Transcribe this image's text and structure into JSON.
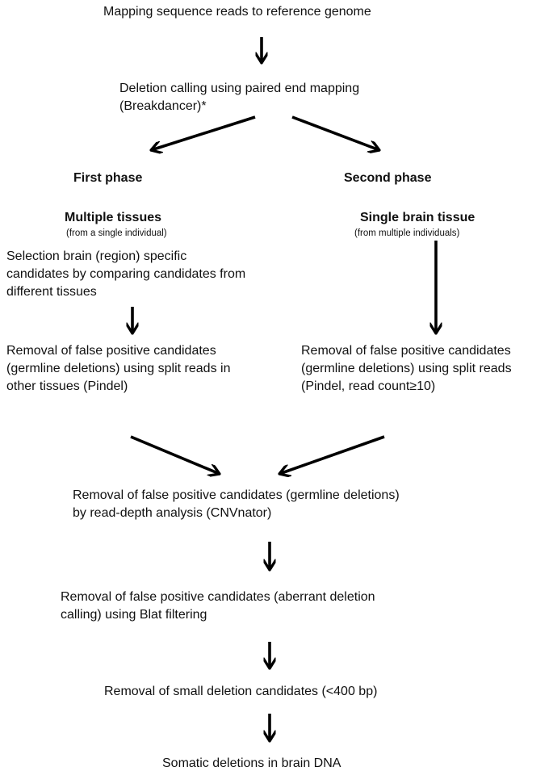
{
  "steps": {
    "mapping": "Mapping  sequence reads to reference genome",
    "deletion_calling": [
      "Deletion calling using paired end mapping",
      "(Breakdancer)*"
    ],
    "cnvnator": [
      "Removal of false positive candidates (germline deletions)",
      "by read-depth analysis (CNVnator)"
    ],
    "blat": [
      "Removal of false positive candidates (aberrant deletion",
      "calling) using Blat filtering"
    ],
    "small_deletions": "Removal of small deletion candidates (<400 bp)",
    "result": "Somatic deletions in brain DNA"
  },
  "first_phase": {
    "title": "First phase",
    "subtitle": "Multiple tissues",
    "note": "(from a single individual)",
    "selection": [
      "Selection brain (region) specific",
      "candidates by comparing candidates from",
      "different tissues"
    ],
    "pindel": [
      "Removal of false positive candidates",
      "(germline deletions) using split reads in",
      "other tissues (Pindel)"
    ]
  },
  "second_phase": {
    "title": "Second phase",
    "subtitle": "Single brain tissue",
    "note": "(from multiple individuals)",
    "pindel": [
      "Removal of false positive candidates",
      "(germline deletions) using split reads",
      "(Pindel, read count≥10)"
    ]
  },
  "colors": {
    "text": "#111111",
    "arrow": "#000000"
  }
}
